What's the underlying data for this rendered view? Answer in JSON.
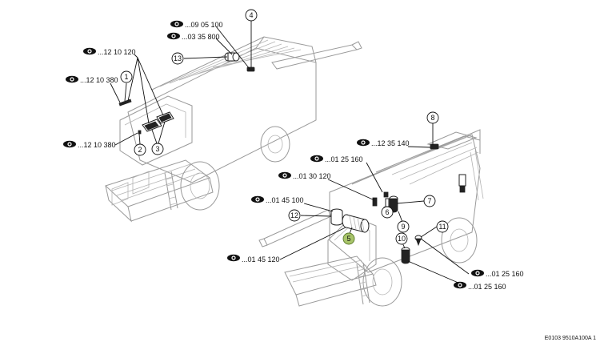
{
  "colors": {
    "line": "#111111",
    "machine": "#9a9a9a",
    "highlight": "#a8c46a",
    "highlight_stroke": "#5a7a2a"
  },
  "icons": {
    "reference": "eye-icon"
  },
  "references": [
    {
      "id": "ref-09-05-100",
      "text": "...09 05 100"
    },
    {
      "id": "ref-03-35-800",
      "text": "...03 35 800"
    },
    {
      "id": "ref-12-10-120",
      "text": "...12 10 120"
    },
    {
      "id": "ref-12-10-380-a",
      "text": "...12 10 380"
    },
    {
      "id": "ref-12-10-380-b",
      "text": "...12 10 380"
    },
    {
      "id": "ref-12-35-140",
      "text": "...12 35 140"
    },
    {
      "id": "ref-01-25-160-a",
      "text": "...01 25 160"
    },
    {
      "id": "ref-01-30-120",
      "text": "...01 30 120"
    },
    {
      "id": "ref-01-45-100",
      "text": "...01 45 100"
    },
    {
      "id": "ref-01-45-120",
      "text": "...01 45 120"
    },
    {
      "id": "ref-01-25-160-b",
      "text": "...01 25 160"
    },
    {
      "id": "ref-01-25-160-c",
      "text": "...01 25 160"
    }
  ],
  "callouts": [
    "1",
    "2",
    "3",
    "4",
    "5",
    "6",
    "7",
    "8",
    "9",
    "10",
    "11",
    "12",
    "13"
  ],
  "highlighted_callout": "5",
  "figure_code": "E0103 9510A100A 1"
}
